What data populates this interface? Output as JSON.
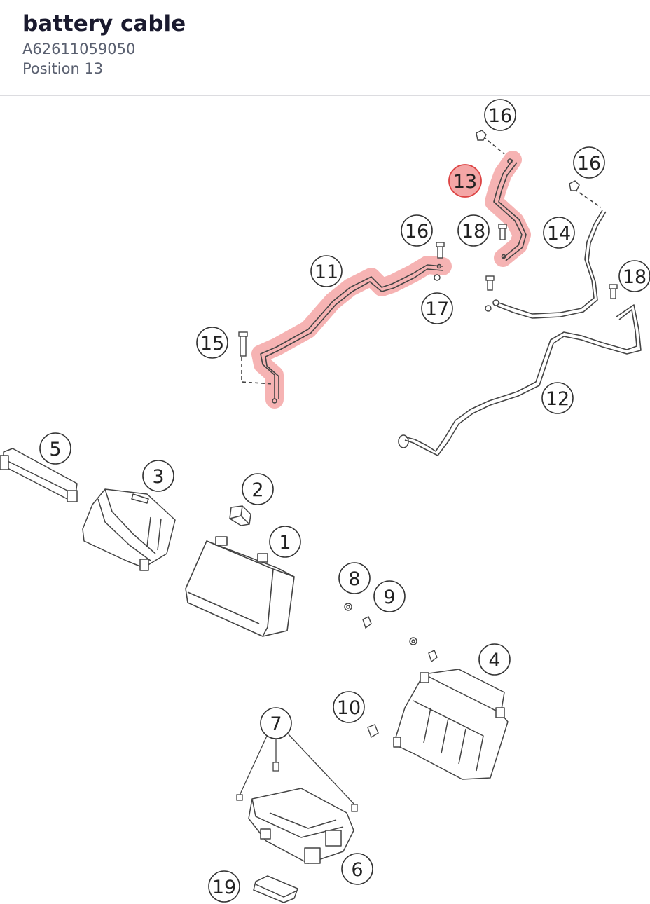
{
  "header": {
    "title": "battery cable",
    "part_number": "A62611059050",
    "position": "Position 13"
  },
  "highlight": {
    "selected_callout": "13",
    "highlight_color": "#f08a8a",
    "highlight_fill": "#f4a6a6"
  },
  "callouts": {
    "c1": "1",
    "c2": "2",
    "c3": "3",
    "c4": "4",
    "c5": "5",
    "c6": "6",
    "c7": "7",
    "c8": "8",
    "c9": "9",
    "c10": "10",
    "c11": "11",
    "c12": "12",
    "c13": "13",
    "c14": "14",
    "c15": "15",
    "c16a": "16",
    "c16b": "16",
    "c16c": "16",
    "c17": "17",
    "c18a": "18",
    "c18b": "18",
    "c19": "19"
  }
}
